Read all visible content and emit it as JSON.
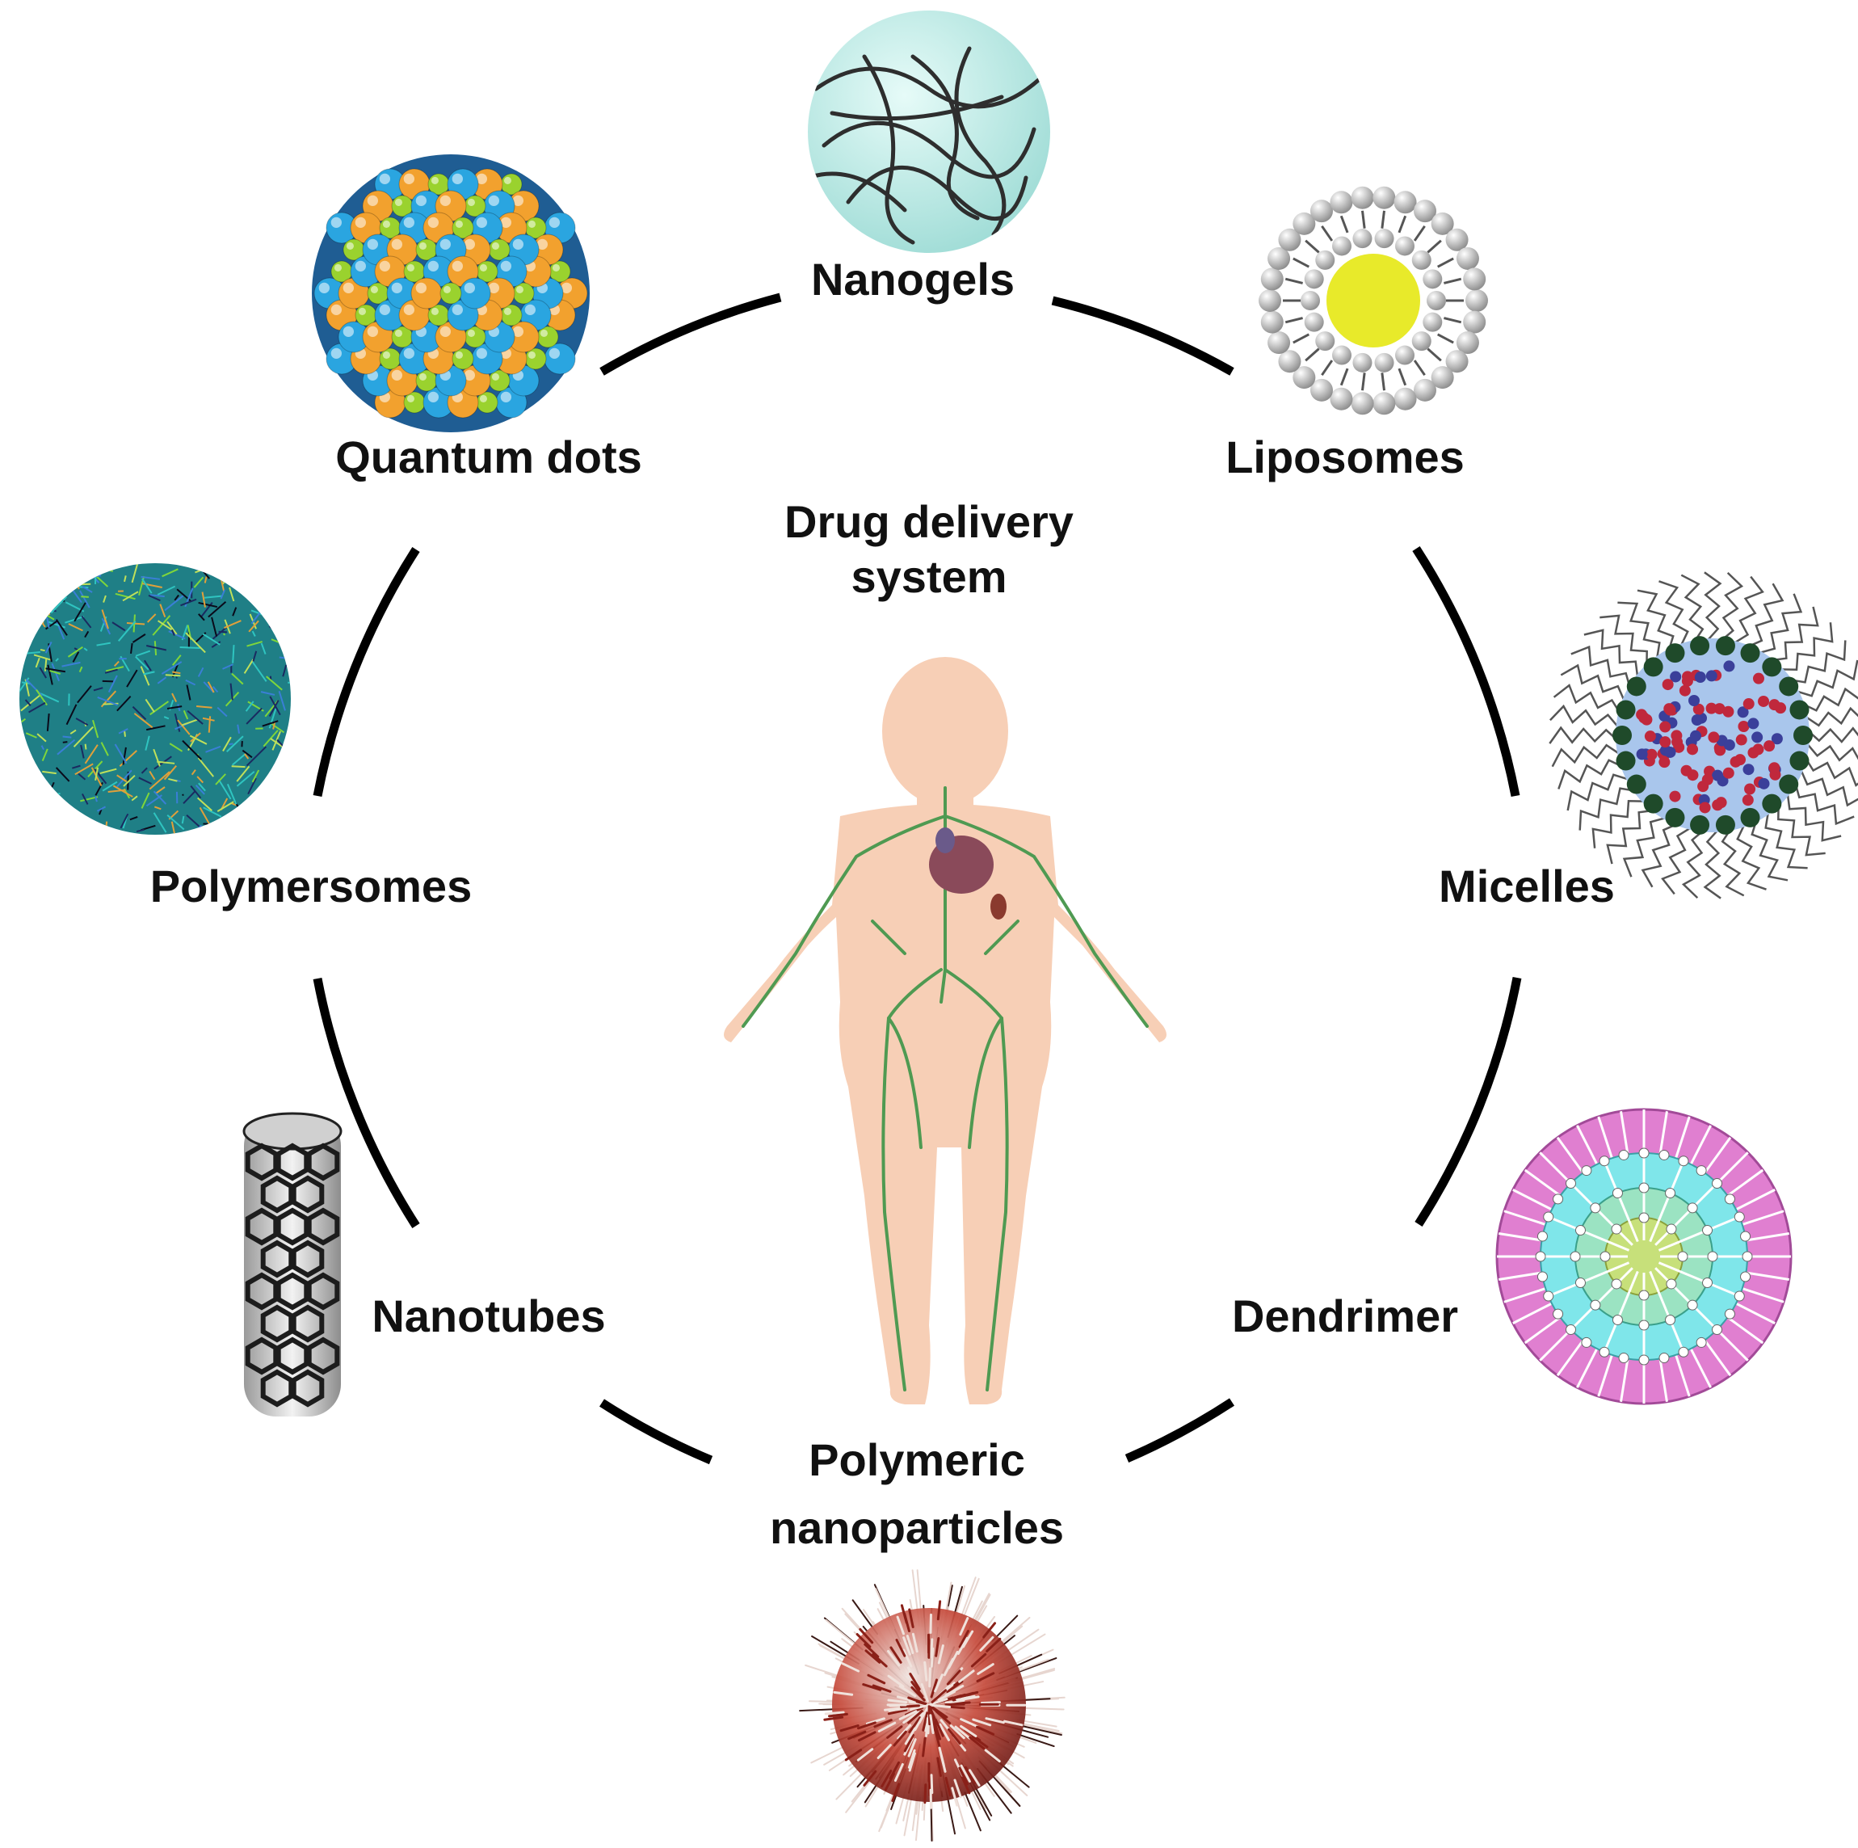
{
  "diagram": {
    "center": {
      "line1": "Drug delivery",
      "line2": "system"
    },
    "nodes": [
      {
        "id": "nanogels",
        "label": "Nanogels",
        "icon": "nanogel-icon"
      },
      {
        "id": "liposomes",
        "label": "Liposomes",
        "icon": "liposome-icon"
      },
      {
        "id": "micelles",
        "label": "Micelles",
        "icon": "micelle-icon"
      },
      {
        "id": "dendrimer",
        "label": "Dendrimer",
        "icon": "dendrimer-icon"
      },
      {
        "id": "polymeric",
        "label_line1": "Polymeric",
        "label_line2": "nanoparticles",
        "icon": "polymeric-nanoparticle-icon"
      },
      {
        "id": "nanotubes",
        "label": "Nanotubes",
        "icon": "nanotube-icon"
      },
      {
        "id": "polymersomes",
        "label": "Polymersomes",
        "icon": "polymersome-icon"
      },
      {
        "id": "quantum",
        "label": "Quantum dots",
        "icon": "quantum-dot-icon"
      }
    ],
    "colors": {
      "arc": "#000000",
      "skin": "#f7cfb6",
      "lymph": "#4f9a52",
      "nanogel_fill": "#b8ebe6",
      "liposome_core": "#e8ea2a",
      "micelle_fill": "#a9c6ec",
      "dendrimer_outer": "#e07fd0",
      "dendrimer_mid": "#7fe6ea",
      "dendrimer_core": "#c7e07a",
      "qd_blue": "#2aa5e0",
      "qd_orange": "#f2a12e",
      "qd_green": "#9ad22e",
      "polymersome_bg": "#1f7f86",
      "nanoparticle_red": "#b8322a"
    }
  }
}
